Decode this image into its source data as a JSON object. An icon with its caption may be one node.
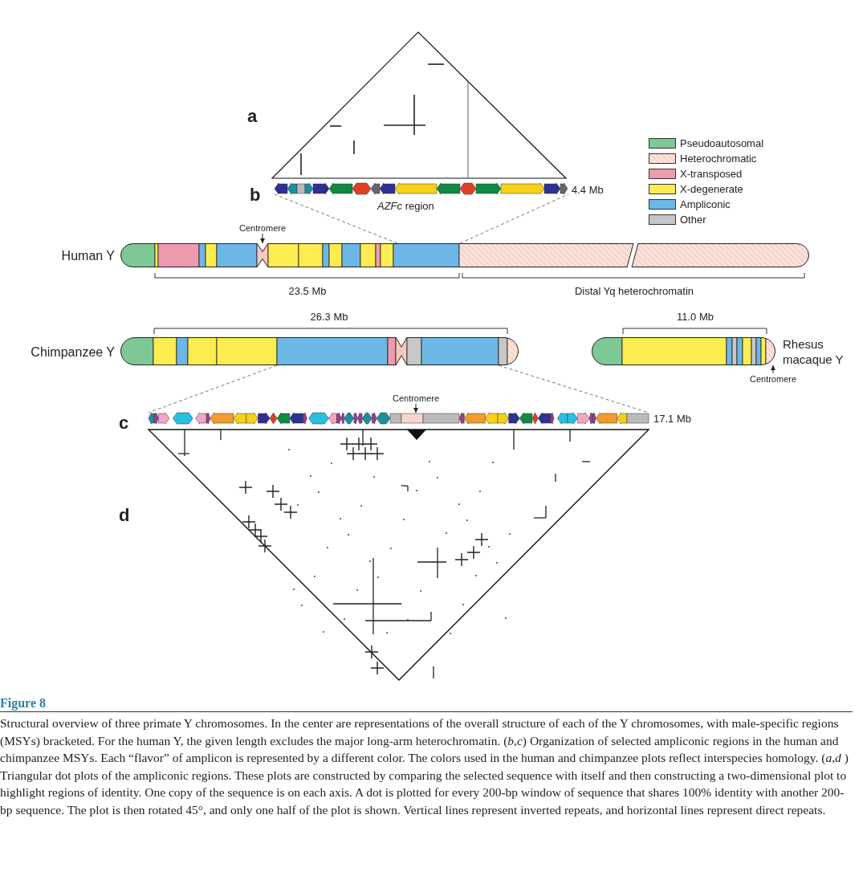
{
  "diagram": {
    "title": "Figure 8",
    "caption": "Structural overview of three primate Y chromosomes. In the center are representations of the overall structure of each of the Y chromosomes, with male-specific regions (MSYs) bracketed. For the human Y, the given length excludes the major long-arm heterochromatin. (*b*,*c*) Organization of selected ampliconic regions in the human and chimpanzee MSYs. Each “flavor” of amplicon is represented by a different color. The colors used in the human and chimpanzee plots reflect interspecies homology. (*a*,*d* ) Triangular dot plots of the ampliconic regions. These plots are constructed by comparing the selected sequence with itself and then constructing a two-dimensional plot to highlight regions of identity. One copy of the sequence is on each axis. A dot is plotted for every 200-bp window of sequence that shares 100% identity with another 200-bp sequence. The plot is then rotated 45°, and only one half of the plot is shown. Vertical lines represent inverted repeats, and horizontal lines represent direct repeats.",
    "nodes": [
      {
        "text": [],
        "shape": "bar",
        "beside": [
          "4.4 Mb",
          "*AZFc* region"
        ]
      },
      {
        "text": [],
        "shape": "bar",
        "beside": [
          "Human Y"
        ]
      },
      {
        "text": [
          "Centromere"
        ]
      },
      {
        "text": [],
        "shape": "bar",
        "beside": [
          "Chimpanzee Y"
        ]
      },
      {
        "text": [],
        "shape": "bar",
        "beside": [
          "Rhesus macaque Y"
        ]
      },
      {
        "text": [
          "Centromere"
        ]
      },
      {
        "text": [],
        "shape": "bar",
        "beside": [
          "17.1 Mb"
        ]
      },
      {
        "text": [
          "Centromere"
        ]
      }
    ],
    "edges": [
      {
        "from": 2,
        "to": 1,
        "arrow": "to"
      },
      {
        "from": 5,
        "to": 4,
        "arrow": "to"
      },
      {
        "from": 7,
        "to": 6,
        "arrow": "to"
      },
      {
        "from": 1,
        "to": 0,
        "arrow": "none",
        "style": "dashed"
      },
      {
        "from": 1,
        "to": 0,
        "arrow": "none",
        "style": "dashed"
      },
      {
        "from": 3,
        "to": 6,
        "arrow": "none",
        "style": "dashed"
      },
      {
        "from": 3,
        "to": 6,
        "arrow": "none",
        "style": "dashed"
      }
    ],
    "labels": [
      "a",
      "b",
      "23.5 Mb",
      "Distal Yq heterochromatin",
      "26.3 Mb",
      "11.0 Mb",
      "c",
      "d"
    ],
    "legend": [
      {
        "text": "Pseudoautosomal",
        "color": "#7dc895"
      },
      {
        "text": "Heterochromatic"
      },
      {
        "text": "X-transposed",
        "color": "#ec9cae"
      },
      {
        "text": "X-degenerate",
        "color": "#fbec4f"
      },
      {
        "text": "Ampliconic",
        "color": "#6db7e6"
      },
      {
        "text": "Other",
        "color": "#c7c7c7"
      }
    ]
  }
}
